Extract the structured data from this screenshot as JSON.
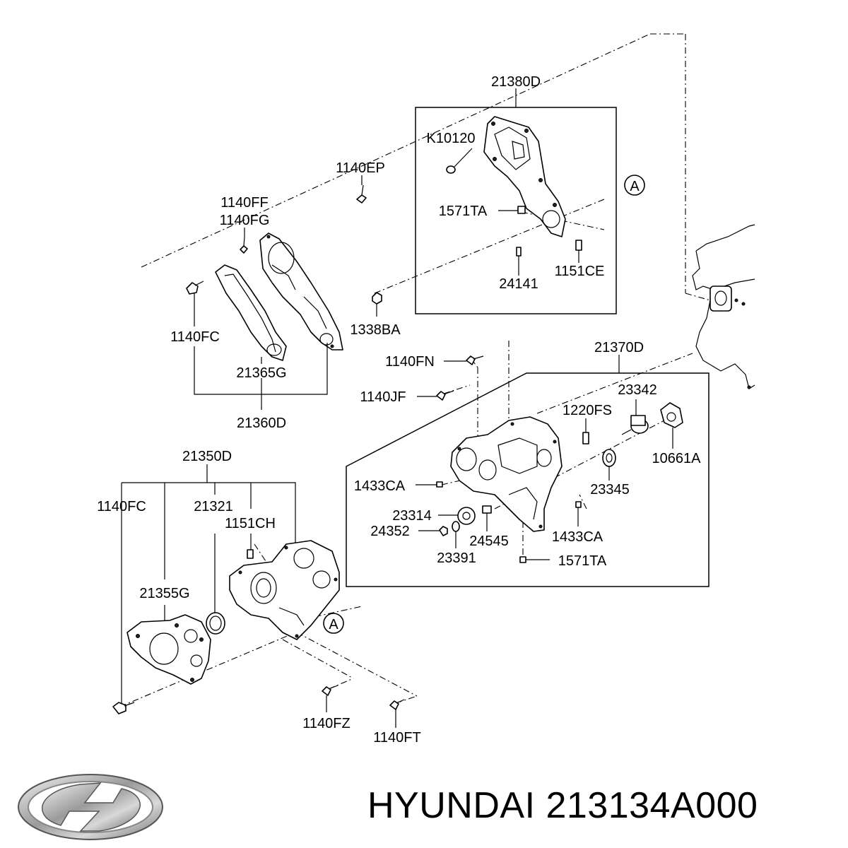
{
  "brand": {
    "name": "HYUNDAI",
    "part_number": "213134A000"
  },
  "labels": {
    "l21380D": "21380D",
    "lK10120": "K10120",
    "l1140EP": "1140EP",
    "l1571TA_top": "1571TA",
    "l24141": "24141",
    "l1151CE": "1151CE",
    "l1140FF": "1140FF",
    "l1140FG": "1140FG",
    "l1338BA": "1338BA",
    "l1140FC_top": "1140FC",
    "l21365G": "21365G",
    "l21360D": "21360D",
    "l21370D": "21370D",
    "l1140FN": "1140FN",
    "l1140JF": "1140JF",
    "l23342": "23342",
    "l1220FS": "1220FS",
    "l10661A": "10661A",
    "l1433CA_left": "1433CA",
    "l23345": "23345",
    "l23314": "23314",
    "l24352": "24352",
    "l24545": "24545",
    "l1433CA_right": "1433CA",
    "l23391": "23391",
    "l1571TA_bottom": "1571TA",
    "l21350D": "21350D",
    "l1140FC_bottom": "1140FC",
    "l21321": "21321",
    "l1151CH": "1151CH",
    "l21355G": "21355G",
    "l1140FZ": "1140FZ",
    "l1140FT": "1140FT",
    "callout_top": "A",
    "callout_bottom": "A"
  }
}
